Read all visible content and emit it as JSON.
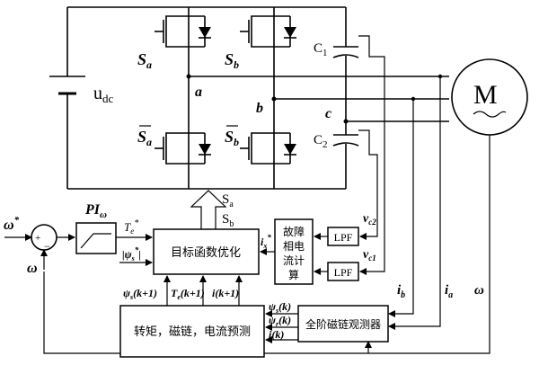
{
  "circuit": {
    "dc_source": "u",
    "dc_source_sub": "dc",
    "switch_a": "S",
    "switch_a_sub": "a",
    "switch_b": "S",
    "switch_b_sub": "b",
    "switch_a_bar": "S",
    "switch_a_bar_sub": "a",
    "switch_b_bar": "S",
    "switch_b_bar_sub": "b",
    "node_a": "a",
    "node_b": "b",
    "node_c": "c",
    "cap_1": "C",
    "cap_1_sub": "1",
    "cap_2": "C",
    "cap_2_sub": "2",
    "motor": "M"
  },
  "control": {
    "speed_ref": "ω",
    "speed_ref_sup": "*",
    "speed_fb": "ω",
    "sum_plus": "+",
    "sum_minus": "−",
    "pi_label": "PI",
    "pi_sub": "ω",
    "torque_ref": "T",
    "torque_ref_sub": "e",
    "torque_ref_sup": "*",
    "flux_ref": "|ψ",
    "flux_ref_sub": "s",
    "flux_ref_sup": "*",
    "flux_ref_end": "|",
    "opt_block": "目标函数优化",
    "gate_a": "S",
    "gate_a_sub": "a",
    "gate_b": "S",
    "gate_b_sub": "b",
    "current_ref": "i",
    "current_ref_sub": "x",
    "current_ref_sup": "*",
    "fault_calc_line1": "故障",
    "fault_calc_line2": "相电",
    "fault_calc_line3": "流计",
    "fault_calc_line4": "算",
    "lpf_top": "LPF",
    "lpf_bottom": "LPF",
    "vc2": "v",
    "vc2_sub": "c2",
    "vc1": "v",
    "vc1_sub": "c1",
    "ib": "i",
    "ib_sub": "b",
    "ia": "i",
    "ia_sub": "a",
    "omega_meas": "ω",
    "pred_block": "转矩，磁链，电流预测",
    "observer_block": "全阶磁链观测器",
    "pred_flux": "ψ",
    "pred_flux_sub": "s",
    "pred_flux_arg": "(k+1)",
    "pred_torque": "T",
    "pred_torque_sub": "e",
    "pred_torque_arg": "(k+1)",
    "pred_current": "i",
    "pred_current_arg": "(k+1)",
    "obs_flux_s": "ψ",
    "obs_flux_s_sub": "s",
    "obs_flux_s_arg": "(k)",
    "obs_flux_r": "ψ",
    "obs_flux_r_sub": "r",
    "obs_flux_r_arg": "(k)",
    "obs_current": "i",
    "obs_current_arg": "(k)"
  }
}
